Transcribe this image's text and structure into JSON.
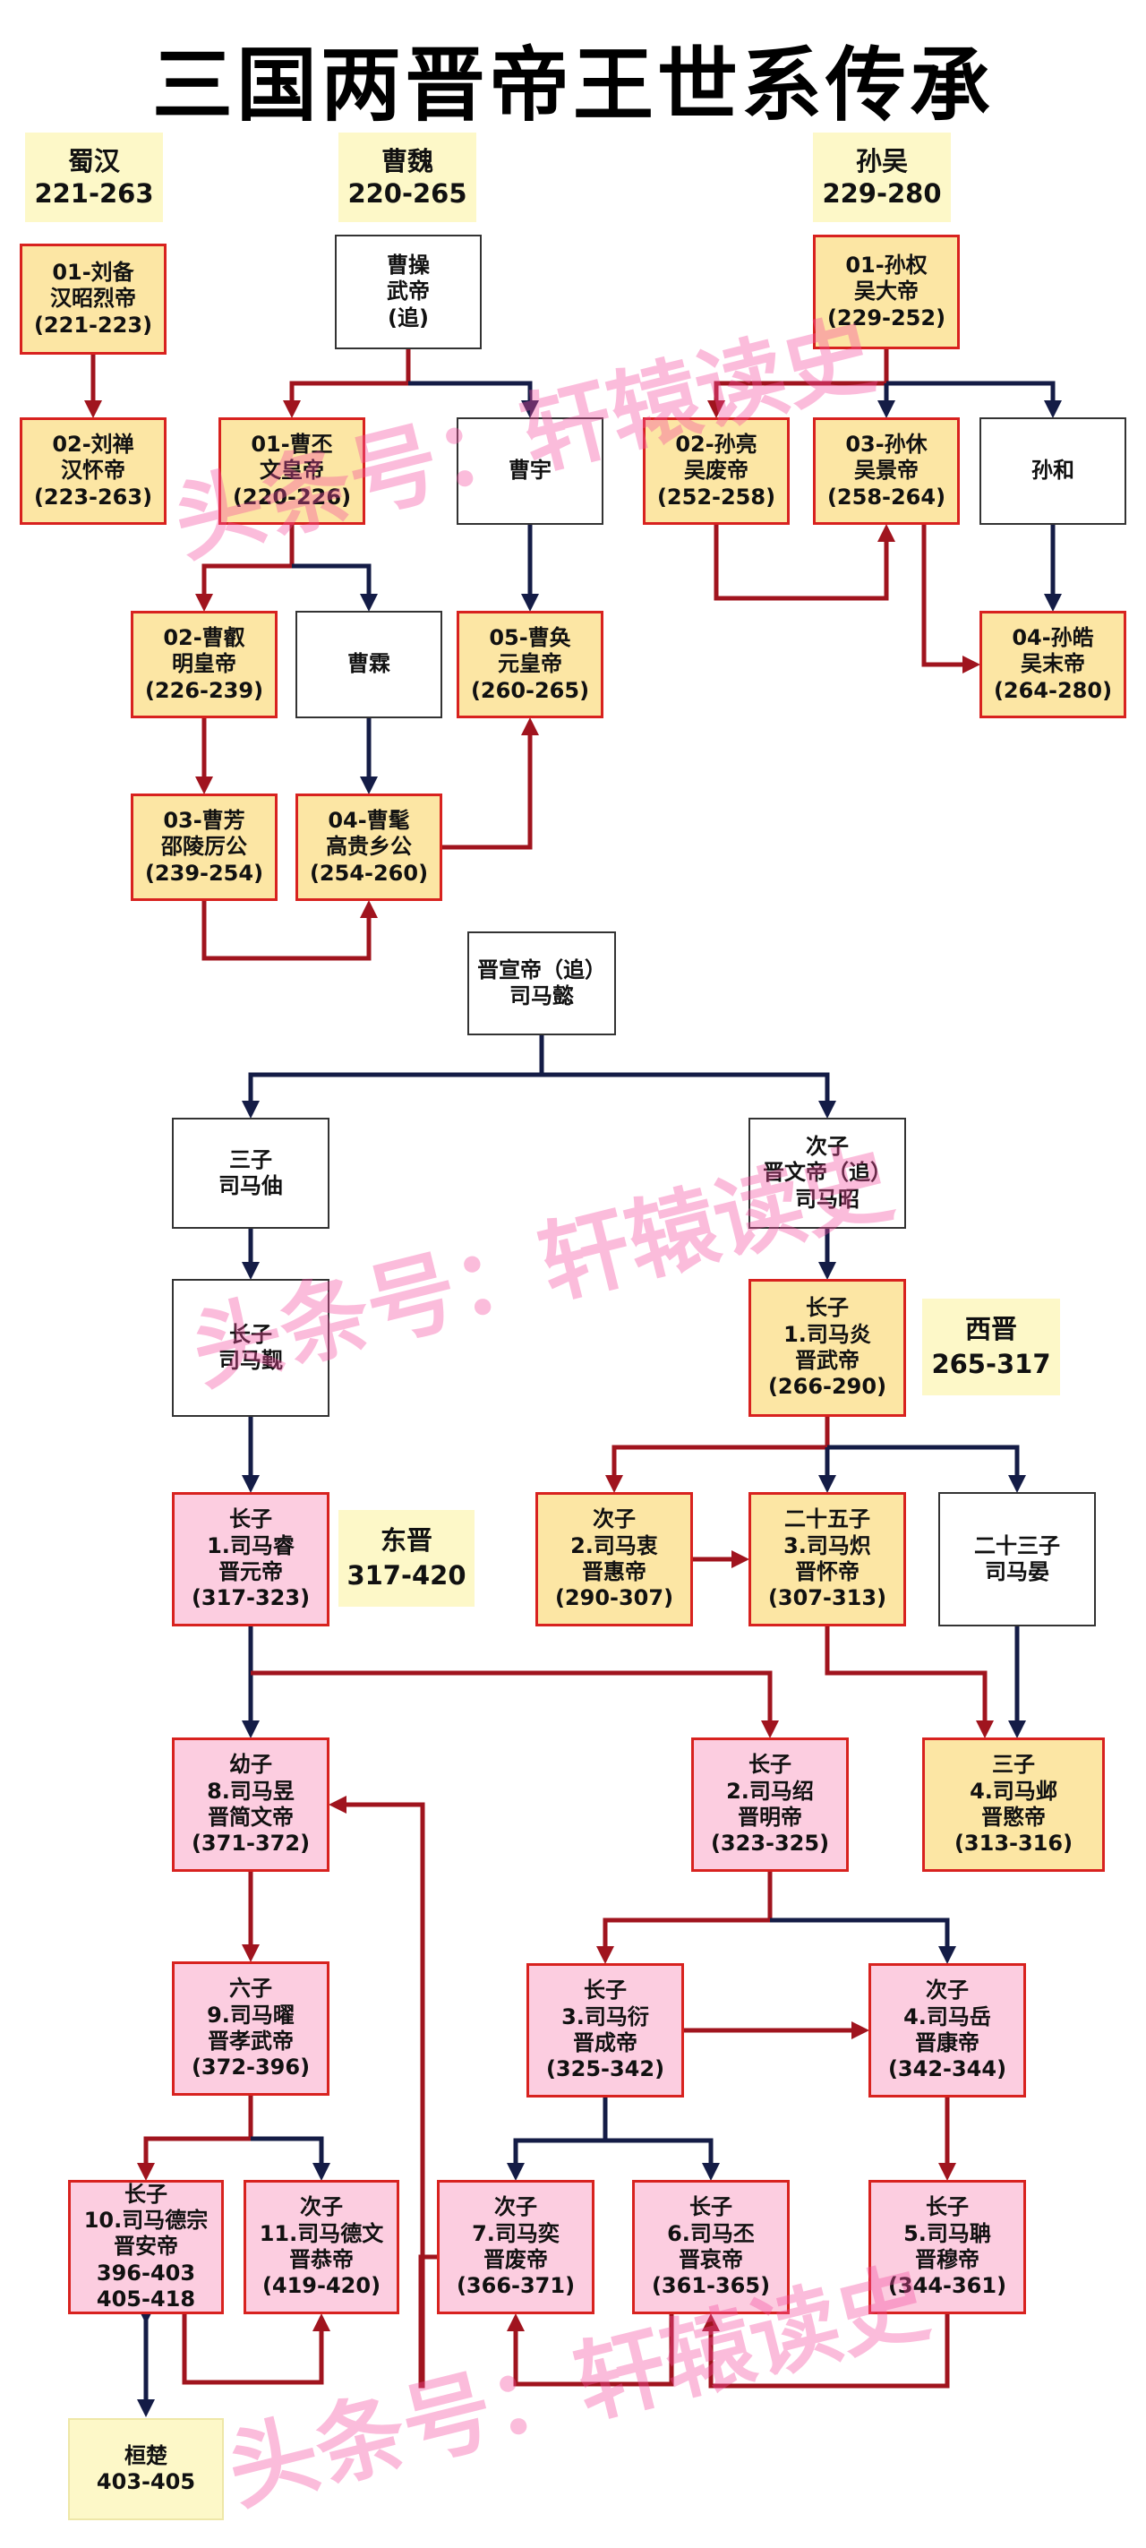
{
  "title": "三国两晋帝王世系传承",
  "colors": {
    "red_arrow": "#a0141e",
    "navy_arrow": "#141c46",
    "emperor_yellow": "#fce6a4",
    "emperor_pink": "#fccde0",
    "border_red": "#d8221f",
    "label_bg": "#fdf8c8"
  },
  "watermarks": [
    "头条号：轩辕读史",
    "头条号：轩辕读史",
    "头条号：轩辕读史"
  ],
  "nodes": {
    "shu_label": {
      "type": "label",
      "lines": [
        "蜀汉",
        "221-263"
      ]
    },
    "wei_label": {
      "type": "label",
      "lines": [
        "曹魏",
        "220-265"
      ]
    },
    "wu_label": {
      "type": "label",
      "lines": [
        "孙吴",
        "229-280"
      ]
    },
    "liu_bei": {
      "type": "yellow",
      "lines": [
        "01-刘备",
        "汉昭烈帝",
        "(221-223)"
      ]
    },
    "liu_shan": {
      "type": "yellow",
      "lines": [
        "02-刘禅",
        "汉怀帝",
        "(223-263)"
      ]
    },
    "cao_cao": {
      "type": "white",
      "lines": [
        "曹操",
        "武帝",
        "(追)"
      ]
    },
    "cao_pi": {
      "type": "yellow",
      "lines": [
        "01-曹丕",
        "文皇帝",
        "(220-226)"
      ]
    },
    "cao_yu": {
      "type": "white",
      "lines": [
        "曹宇"
      ]
    },
    "cao_rui": {
      "type": "yellow",
      "lines": [
        "02-曹叡",
        "明皇帝",
        "(226-239)"
      ]
    },
    "cao_lin": {
      "type": "white",
      "lines": [
        "曹霖"
      ]
    },
    "cao_huan": {
      "type": "yellow",
      "lines": [
        "05-曹奂",
        "元皇帝",
        "(260-265)"
      ]
    },
    "cao_fang": {
      "type": "yellow",
      "lines": [
        "03-曹芳",
        "邵陵厉公",
        "(239-254)"
      ]
    },
    "cao_mao": {
      "type": "yellow",
      "lines": [
        "04-曹髦",
        "高贵乡公",
        "(254-260)"
      ]
    },
    "sun_quan": {
      "type": "yellow",
      "lines": [
        "01-孙权",
        "吴大帝",
        "(229-252)"
      ]
    },
    "sun_liang": {
      "type": "yellow",
      "lines": [
        "02-孙亮",
        "吴废帝",
        "(252-258)"
      ]
    },
    "sun_xiu": {
      "type": "yellow",
      "lines": [
        "03-孙休",
        "吴景帝",
        "(258-264)"
      ]
    },
    "sun_he": {
      "type": "white",
      "lines": [
        "孙和"
      ]
    },
    "sun_hao": {
      "type": "yellow",
      "lines": [
        "04-孙皓",
        "吴末帝",
        "(264-280)"
      ]
    },
    "sima_yi": {
      "type": "white",
      "lines": [
        "晋宣帝（追）",
        "司马懿"
      ]
    },
    "sima_zhou": {
      "type": "white",
      "lines": [
        "三子",
        "司马伷"
      ]
    },
    "sima_zhao": {
      "type": "white",
      "lines": [
        "次子",
        "晋文帝（追）",
        "司马昭"
      ]
    },
    "sima_jin": {
      "type": "white",
      "lines": [
        "长子",
        "司马觐"
      ]
    },
    "sima_yan": {
      "type": "yellow",
      "lines": [
        "长子",
        "1.司马炎",
        "晋武帝",
        "(266-290)"
      ]
    },
    "xijin_label": {
      "type": "label2",
      "lines": [
        "西晋",
        "265-317"
      ]
    },
    "sima_rui": {
      "type": "pink",
      "lines": [
        "长子",
        "1.司马睿",
        "晋元帝",
        "(317-323)"
      ]
    },
    "dongjin_label": {
      "type": "label2",
      "lines": [
        "东晋",
        "317-420"
      ]
    },
    "sima_zhong": {
      "type": "yellow",
      "lines": [
        "次子",
        "2.司马衷",
        "晋惠帝",
        "(290-307)"
      ]
    },
    "sima_chi": {
      "type": "yellow",
      "lines": [
        "二十五子",
        "3.司马炽",
        "晋怀帝",
        "(307-313)"
      ]
    },
    "sima_yan2": {
      "type": "white",
      "lines": [
        "二十三子",
        "司马晏"
      ]
    },
    "sima_yu": {
      "type": "pink",
      "lines": [
        "幼子",
        "8.司马昱",
        "晋简文帝",
        "(371-372)"
      ]
    },
    "sima_shao": {
      "type": "pink",
      "lines": [
        "长子",
        "2.司马绍",
        "晋明帝",
        "(323-325)"
      ]
    },
    "sima_ye": {
      "type": "yellow",
      "lines": [
        "三子",
        "4.司马邺",
        "晋愍帝",
        "(313-316)"
      ]
    },
    "sima_yao": {
      "type": "pink",
      "lines": [
        "六子",
        "9.司马曜",
        "晋孝武帝",
        "(372-396)"
      ]
    },
    "sima_yan3": {
      "type": "pink",
      "lines": [
        "长子",
        "3.司马衍",
        "晋成帝",
        "(325-342)"
      ]
    },
    "sima_yue": {
      "type": "pink",
      "lines": [
        "次子",
        "4.司马岳",
        "晋康帝",
        "(342-344)"
      ]
    },
    "sima_dezong": {
      "type": "pink",
      "lines": [
        "长子",
        "10.司马德宗",
        "晋安帝",
        "396-403",
        "405-418"
      ]
    },
    "sima_dewen": {
      "type": "pink",
      "lines": [
        "次子",
        "11.司马德文",
        "晋恭帝",
        "(419-420)"
      ]
    },
    "sima_yi2": {
      "type": "pink",
      "lines": [
        "次子",
        "7.司马奕",
        "晋废帝",
        "(366-371)"
      ]
    },
    "sima_pi": {
      "type": "pink",
      "lines": [
        "长子",
        "6.司马丕",
        "晋哀帝",
        "(361-365)"
      ]
    },
    "sima_dan": {
      "type": "pink",
      "lines": [
        "长子",
        "5.司马聃",
        "晋穆帝",
        "(344-361)"
      ]
    },
    "huan_xuan": {
      "type": "plain",
      "lines": [
        "桓楚",
        "403-405"
      ]
    }
  }
}
